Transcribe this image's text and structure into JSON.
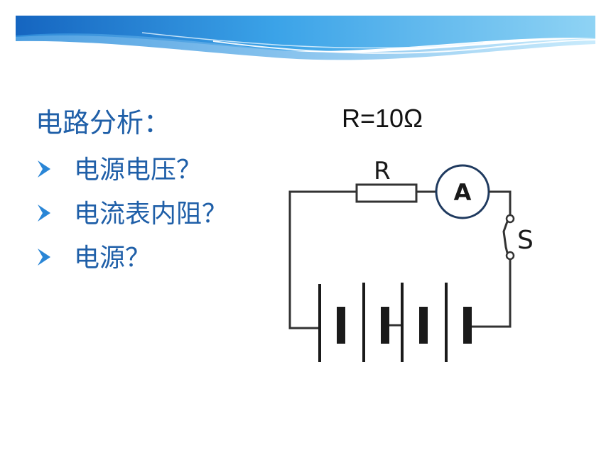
{
  "heading": "电路分析：",
  "bullets": [
    {
      "text": "电源电压？"
    },
    {
      "text": "电流表内阻？"
    },
    {
      "text": "电源？"
    }
  ],
  "resistance_value": "R=10Ω",
  "circuit": {
    "resistor_label": "R",
    "ammeter_label": "A",
    "switch_label": "S",
    "battery_cells": 4
  },
  "colors": {
    "heading_text": "#1f5fa8",
    "bullet_marker": "#2a86d6",
    "banner_dark": "#1565c0",
    "banner_light": "#8fd3f4"
  }
}
